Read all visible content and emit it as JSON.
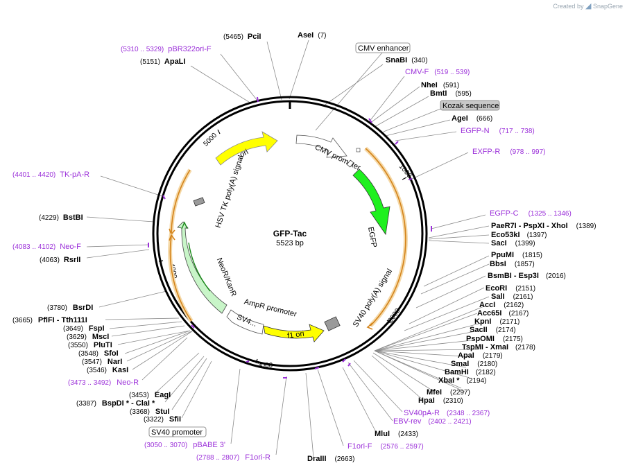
{
  "brand": {
    "created_by": "Created by",
    "product": "SnapGene"
  },
  "plasmid": {
    "name": "GFP-Tac",
    "size_label": "5523 bp"
  },
  "ticks": [
    "1000",
    "2000",
    "3000",
    "4000",
    "5000"
  ],
  "boxed_labels": {
    "cmv_enhancer": "CMV enhancer",
    "kozak": "Kozak sequence",
    "sv40_promoter": "SV40 promoter"
  },
  "features": {
    "ori": "ori",
    "cmv_promoter": "CMV promoter",
    "egfp": "EGFP",
    "sv40_polya": "SV40 poly(A) signal",
    "f1_ori": "f1 ori",
    "ampr_promoter": "AmpR promoter",
    "sv4": "SV4...",
    "neo_kanr": "NeoR/KanR",
    "hsv_tk_polya": "HSV TK poly(A) signal"
  },
  "labels": {
    "l1": {
      "num": "(5465)",
      "name": "PciI"
    },
    "l2": {
      "name": "AseI",
      "num": "(7)"
    },
    "l3": {
      "num": "(5310 .. 5329)",
      "name": "pBR322ori-F"
    },
    "l4": {
      "num": "(5151)",
      "name": "ApaLI"
    },
    "l5": {
      "name": "SnaBI",
      "num": "(340)"
    },
    "l6": {
      "name": "CMV-F",
      "num": "(519 .. 539)"
    },
    "l7": {
      "name": "NheI",
      "num": "(591)"
    },
    "l8": {
      "name": "BmtI",
      "num": "(595)"
    },
    "l9": {
      "name": "AgeI",
      "num": "(666)"
    },
    "l10": {
      "name": "EGFP-N",
      "num": "(717 .. 738)"
    },
    "l11": {
      "name": "EXFP-R",
      "num": "(978 .. 997)"
    },
    "l12": {
      "num": "(4401 .. 4420)",
      "name": "TK-pA-R"
    },
    "l13": {
      "num": "(4229)",
      "name": "BstBI"
    },
    "l14": {
      "num": "(4083 .. 4102)",
      "name": "Neo-F"
    },
    "l15": {
      "num": "(4063)",
      "name": "RsrII"
    },
    "l16": {
      "name": "EGFP-C",
      "num": "(1325 .. 1346)"
    },
    "l17": {
      "name": "PaeR7I  - PspXI  - XhoI",
      "num": "(1389)"
    },
    "l18": {
      "name": "Eco53kI",
      "num": "(1397)"
    },
    "l19": {
      "name": "SacI",
      "num": "(1399)"
    },
    "l20": {
      "name": "PpuMI",
      "num": "(1815)"
    },
    "l21": {
      "name": "BbsI",
      "num": "(1857)"
    },
    "l22": {
      "name": "BsmBI  - Esp3I",
      "num": "(2016)"
    },
    "l23": {
      "name": "EcoRI",
      "num": "(2151)"
    },
    "l24": {
      "name": "SalI",
      "num": "(2161)"
    },
    "l25": {
      "name": "AccI",
      "num": "(2162)"
    },
    "l26": {
      "name": "Acc65I",
      "num": "(2167)"
    },
    "l27": {
      "name": "KpnI",
      "num": "(2171)"
    },
    "l28": {
      "name": "SacII",
      "num": "(2174)"
    },
    "l29": {
      "name": "PspOMI",
      "num": "(2175)"
    },
    "l30": {
      "name": "TspMI  - XmaI",
      "num": "(2178)"
    },
    "l31": {
      "name": "ApaI",
      "num": "(2179)"
    },
    "l32": {
      "name": "SmaI",
      "num": "(2180)"
    },
    "l33": {
      "name": "BamHI",
      "num": "(2182)"
    },
    "l34": {
      "name": "XbaI *",
      "num": "(2194)"
    },
    "l35": {
      "name": "MfeI",
      "num": "(2297)"
    },
    "l36": {
      "name": "HpaI",
      "num": "(2310)"
    },
    "l37": {
      "name": "SV40pA-R",
      "num": "(2348 .. 2367)"
    },
    "l38": {
      "name": "EBV-rev",
      "num": "(2402 .. 2421)"
    },
    "l39": {
      "name": "MluI",
      "num": "(2433)"
    },
    "l40": {
      "name": "F1ori-F",
      "num": "(2576 .. 2597)"
    },
    "l41": {
      "name": "DraIII",
      "num": "(2663)"
    },
    "l42": {
      "num": "(2788 .. 2807)",
      "name": "F1ori-R"
    },
    "l43": {
      "num": "(3050 .. 3070)",
      "name": "pBABE 3'"
    },
    "l44": {
      "num": "(3322)",
      "name": "SfiI"
    },
    "l45": {
      "num": "(3368)",
      "name": "StuI"
    },
    "l46": {
      "num": "(3387)",
      "name": "BspDI *  - ClaI *"
    },
    "l47": {
      "num": "(3453)",
      "name": "EagI"
    },
    "l48": {
      "num": "(3473 .. 3492)",
      "name": "Neo-R"
    },
    "l49": {
      "num": "(3546)",
      "name": "KasI"
    },
    "l50": {
      "num": "(3547)",
      "name": "NarI"
    },
    "l51": {
      "num": "(3548)",
      "name": "SfoI"
    },
    "l52": {
      "num": "(3550)",
      "name": "PluTI"
    },
    "l53": {
      "num": "(3629)",
      "name": "MscI"
    },
    "l54": {
      "num": "(3649)",
      "name": "FspI"
    },
    "l55": {
      "num": "(3665)",
      "name": "PflFI  - Tth111I"
    },
    "l56": {
      "num": "(3780)",
      "name": "BsrDI"
    }
  },
  "colors": {
    "primer": "#9b30d9",
    "leader": "#8a8a8a",
    "egfp": "#1ff01f",
    "ori": "#ffff00",
    "neo": "#c8f5c8",
    "orf_orange": "#d4831a",
    "backbone": "#000000"
  }
}
